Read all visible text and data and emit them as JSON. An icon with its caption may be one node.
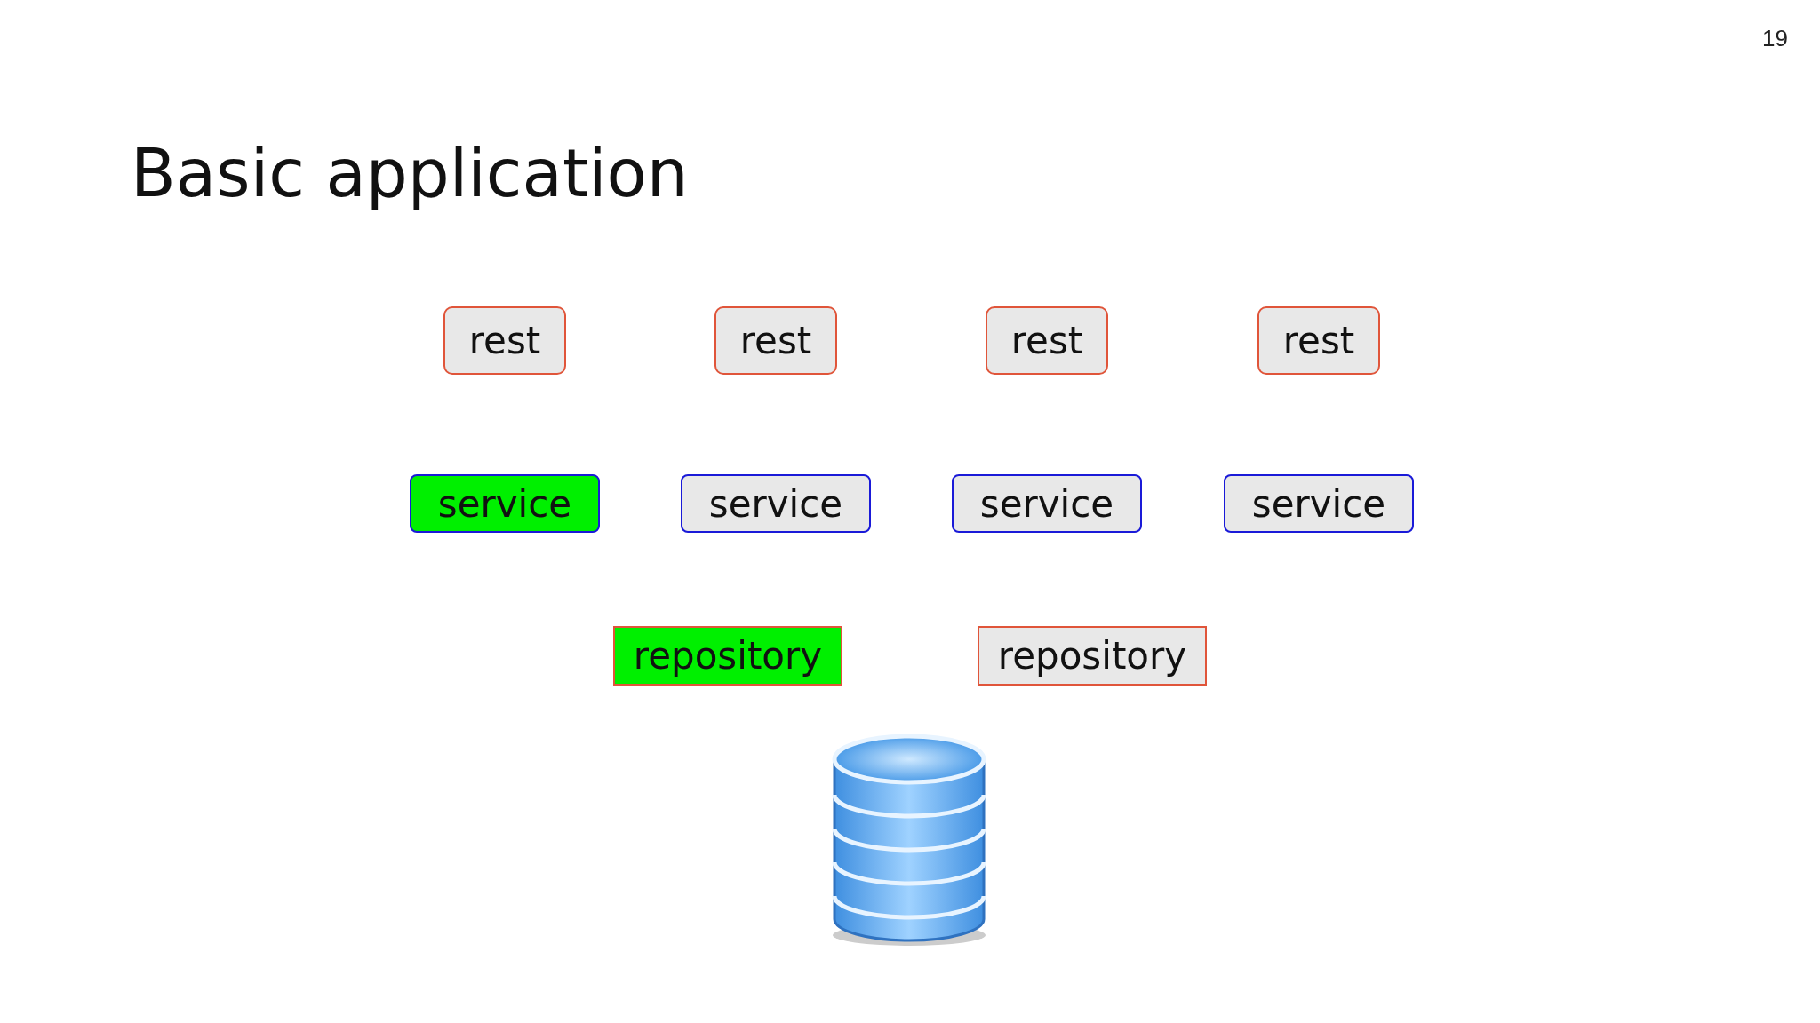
{
  "diagram": {
    "title": "Basic application",
    "nodes": [
      {
        "text": [
          "rest"
        ]
      },
      {
        "text": [
          "rest"
        ]
      },
      {
        "text": [
          "rest"
        ]
      },
      {
        "text": [
          "rest"
        ]
      },
      {
        "text": [
          "service"
        ]
      },
      {
        "text": [
          "service"
        ]
      },
      {
        "text": [
          "service"
        ]
      },
      {
        "text": [
          "service"
        ]
      },
      {
        "text": [
          "repository"
        ]
      },
      {
        "text": [
          "repository"
        ]
      },
      {
        "text": [],
        "shape": "cylinder"
      }
    ],
    "edges": [],
    "labels": [
      "19"
    ]
  }
}
